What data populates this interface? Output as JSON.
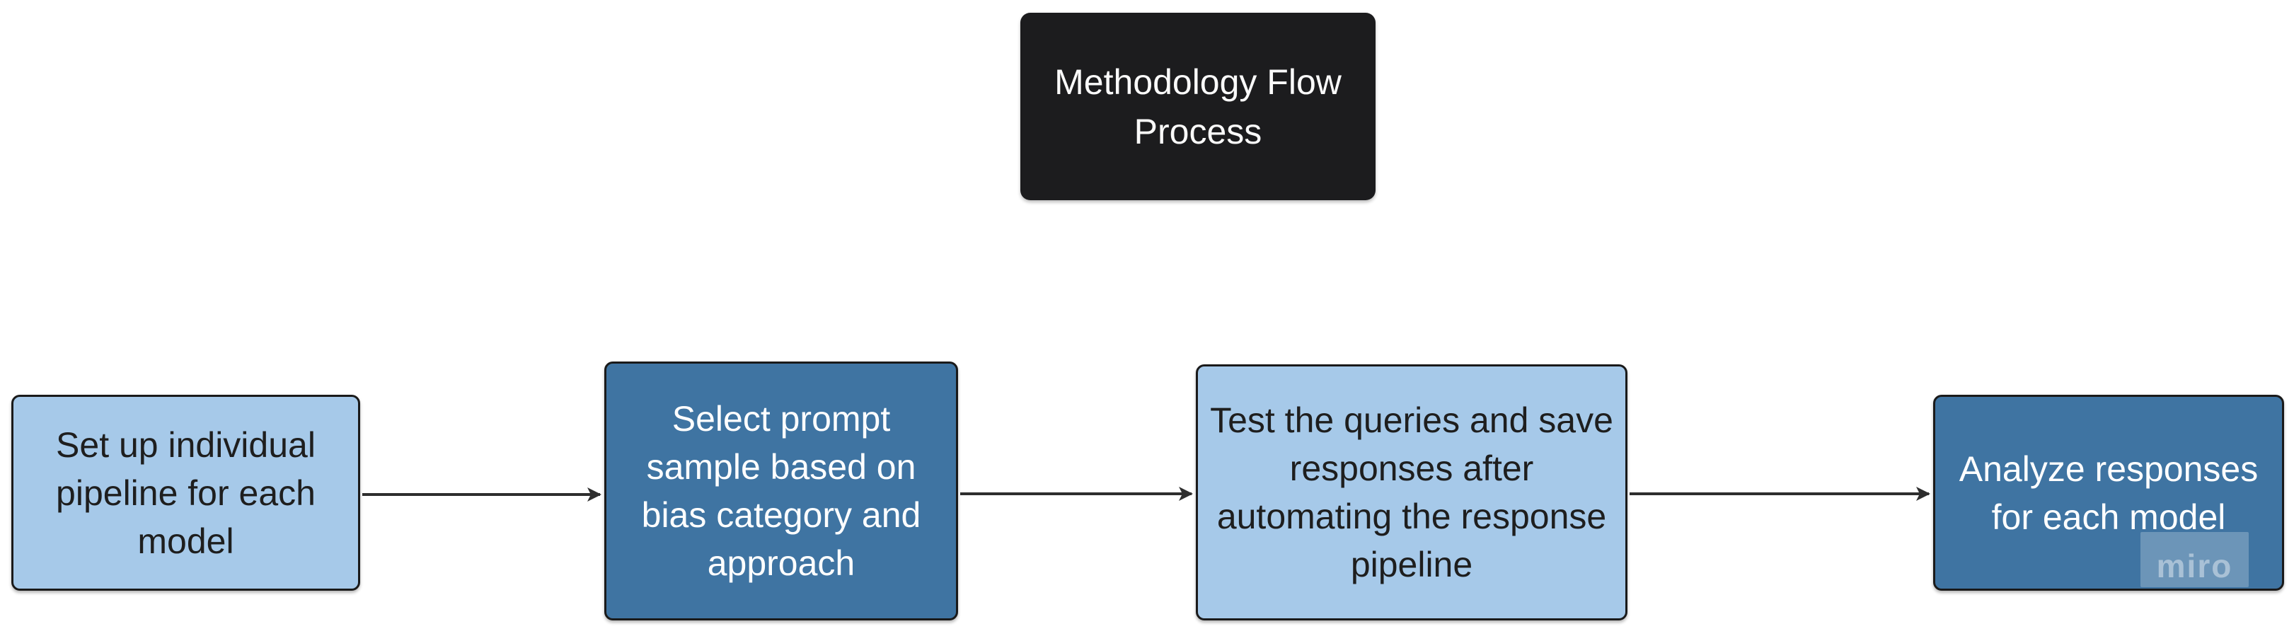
{
  "diagram": {
    "title_node": {
      "label": "Methodology Flow\nProcess"
    },
    "flow_nodes": [
      {
        "id": "step-1",
        "style": "light",
        "label": "Set up individual\npipeline for each\nmodel"
      },
      {
        "id": "step-2",
        "style": "dark",
        "label": "Select prompt\nsample based on\nbias category and\napproach"
      },
      {
        "id": "step-3",
        "style": "light",
        "label": "Test the queries and save\nresponses after\nautomating the response\npipeline"
      },
      {
        "id": "step-4",
        "style": "dark",
        "label": "Analyze responses\nfor each model"
      }
    ],
    "connectors": [
      {
        "from": "step-1",
        "to": "step-2"
      },
      {
        "from": "step-2",
        "to": "step-3"
      },
      {
        "from": "step-3",
        "to": "step-4"
      }
    ],
    "colors": {
      "background": "#ffffff",
      "title_bg": "#1c1c1e",
      "title_text": "#fafafa",
      "light_node_bg": "#a6c9e9",
      "light_node_text": "#1e1e1e",
      "dark_node_bg": "#3f74a2",
      "dark_node_text": "#ffffff",
      "node_border": "#1a1a1a",
      "connector": "#2e2e2e"
    }
  },
  "watermark": {
    "label": "miro"
  }
}
